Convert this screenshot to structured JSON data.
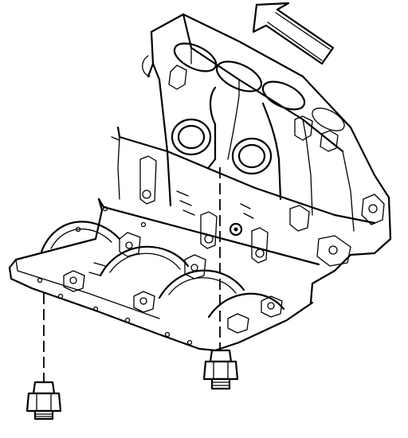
{
  "figure": {
    "subject": "engine-block-underside-with-knock-sensors",
    "direction_indicator": "arrow-icon",
    "components": [
      "engine-block",
      "knock-sensor-left",
      "knock-sensor-center"
    ]
  },
  "colors": {
    "ink": "#000000",
    "background": "#ffffff"
  }
}
